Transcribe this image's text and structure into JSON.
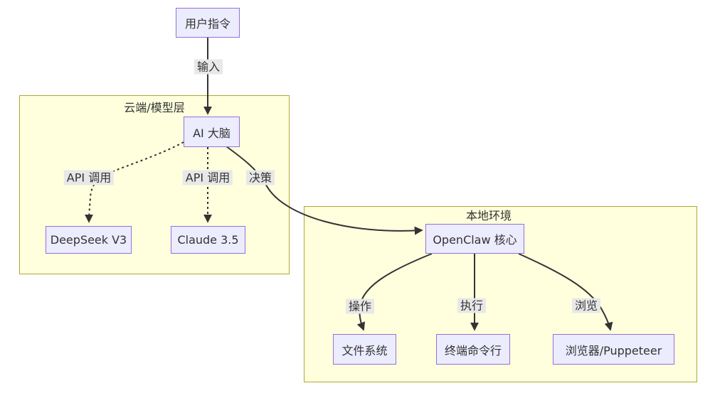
{
  "diagram": {
    "type": "flowchart",
    "clusters": [
      {
        "id": "cloud",
        "title": "云端/模型层"
      },
      {
        "id": "local",
        "title": "本地环境"
      }
    ],
    "nodes": [
      {
        "id": "user_command",
        "label": "用户指令"
      },
      {
        "id": "ai_brain",
        "label": "AI 大脑"
      },
      {
        "id": "deepseek",
        "label": "DeepSeek V3"
      },
      {
        "id": "claude",
        "label": "Claude 3.5"
      },
      {
        "id": "openclaw",
        "label": "OpenClaw 核心"
      },
      {
        "id": "file_system",
        "label": "文件系统"
      },
      {
        "id": "terminal",
        "label": "终端命令行"
      },
      {
        "id": "browser",
        "label": "浏览器/Puppeteer"
      }
    ],
    "edges": [
      {
        "from": "用户指令",
        "to": "AI 大脑",
        "label": "输入",
        "style": "solid"
      },
      {
        "from": "AI 大脑",
        "to": "DeepSeek V3",
        "label": "API 调用",
        "style": "dotted"
      },
      {
        "from": "AI 大脑",
        "to": "Claude 3.5",
        "label": "API 调用",
        "style": "dotted"
      },
      {
        "from": "AI 大脑",
        "to": "OpenClaw 核心",
        "label": "决策",
        "style": "solid"
      },
      {
        "from": "OpenClaw 核心",
        "to": "文件系统",
        "label": "操作",
        "style": "solid"
      },
      {
        "from": "OpenClaw 核心",
        "to": "终端命令行",
        "label": "执行",
        "style": "solid"
      },
      {
        "from": "OpenClaw 核心",
        "to": "浏览器/Puppeteer",
        "label": "浏览",
        "style": "solid"
      }
    ],
    "colors": {
      "node_fill": "#ECECFF",
      "node_border": "#9370DB",
      "cluster_fill": "#FFFFDE",
      "cluster_border": "#AAAA33",
      "edge_stroke": "#333333",
      "edge_label_bg": "#E8E8E8",
      "text": "#333333",
      "background": "#FFFFFF"
    }
  }
}
